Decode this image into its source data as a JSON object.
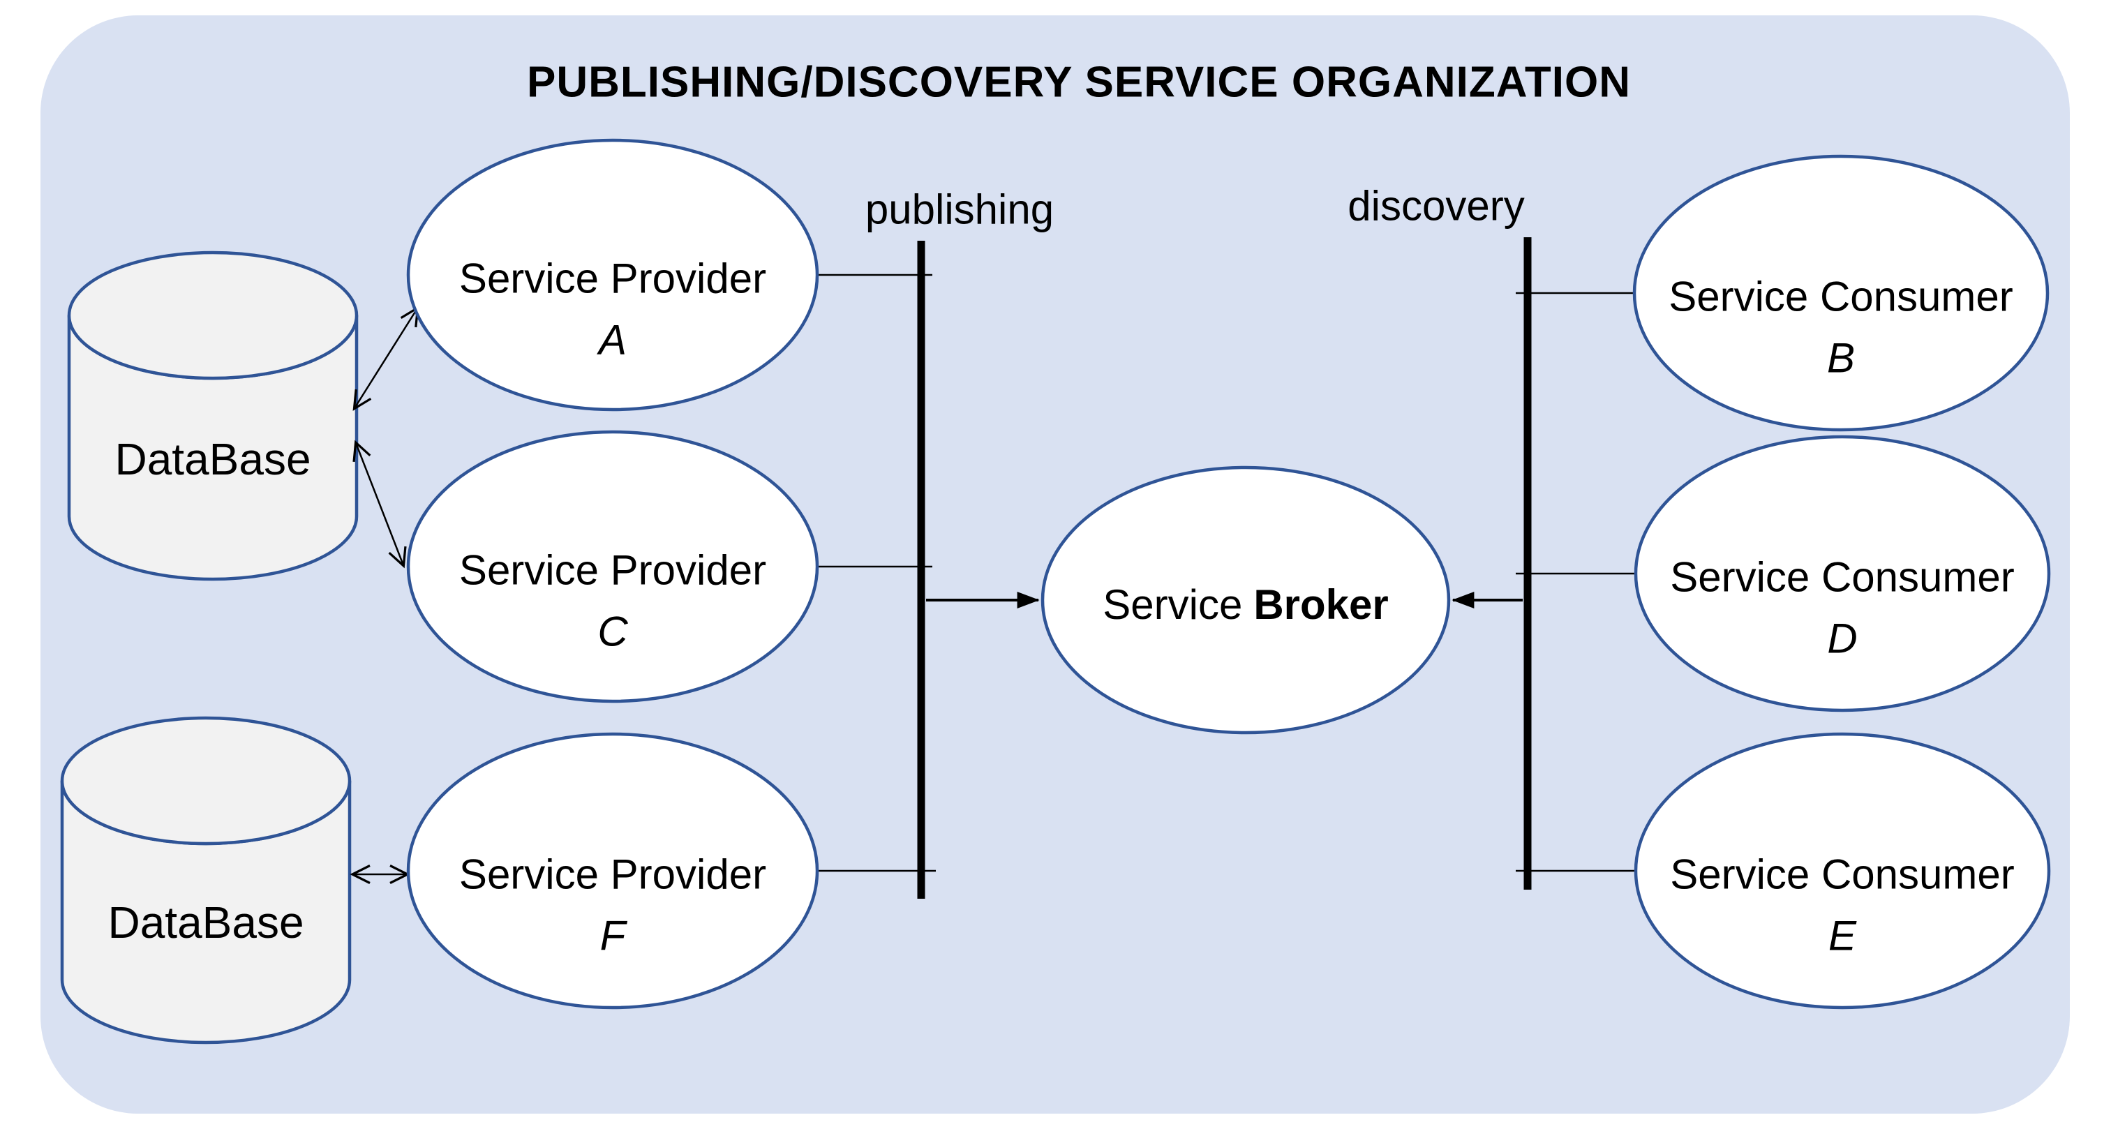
{
  "title": "PUBLISHING/DISCOVERY SERVICE ORGANIZATION",
  "colors": {
    "container_bg": "#d9e1f2",
    "node_border": "#2f5496",
    "node_fill": "#ffffff",
    "cylinder_fill": "#f2f2f2",
    "line": "#000000",
    "text": "#000000"
  },
  "lifelines": {
    "publishing": {
      "label": "publishing"
    },
    "discovery": {
      "label": "discovery"
    }
  },
  "nodes": {
    "database_top": {
      "label": "DataBase"
    },
    "database_bottom": {
      "label": "DataBase"
    },
    "provider_a": {
      "line1": "Service Provider",
      "line2": "A"
    },
    "provider_c": {
      "line1": "Service Provider",
      "line2": "C"
    },
    "provider_f": {
      "line1": "Service Provider",
      "line2": "F"
    },
    "broker": {
      "word1": "Service",
      "word2": "Broker"
    },
    "consumer_b": {
      "line1": "Service Consumer",
      "line2": "B"
    },
    "consumer_d": {
      "line1": "Service Consumer",
      "line2": "D"
    },
    "consumer_e": {
      "line1": "Service Consumer",
      "line2": "E"
    }
  }
}
